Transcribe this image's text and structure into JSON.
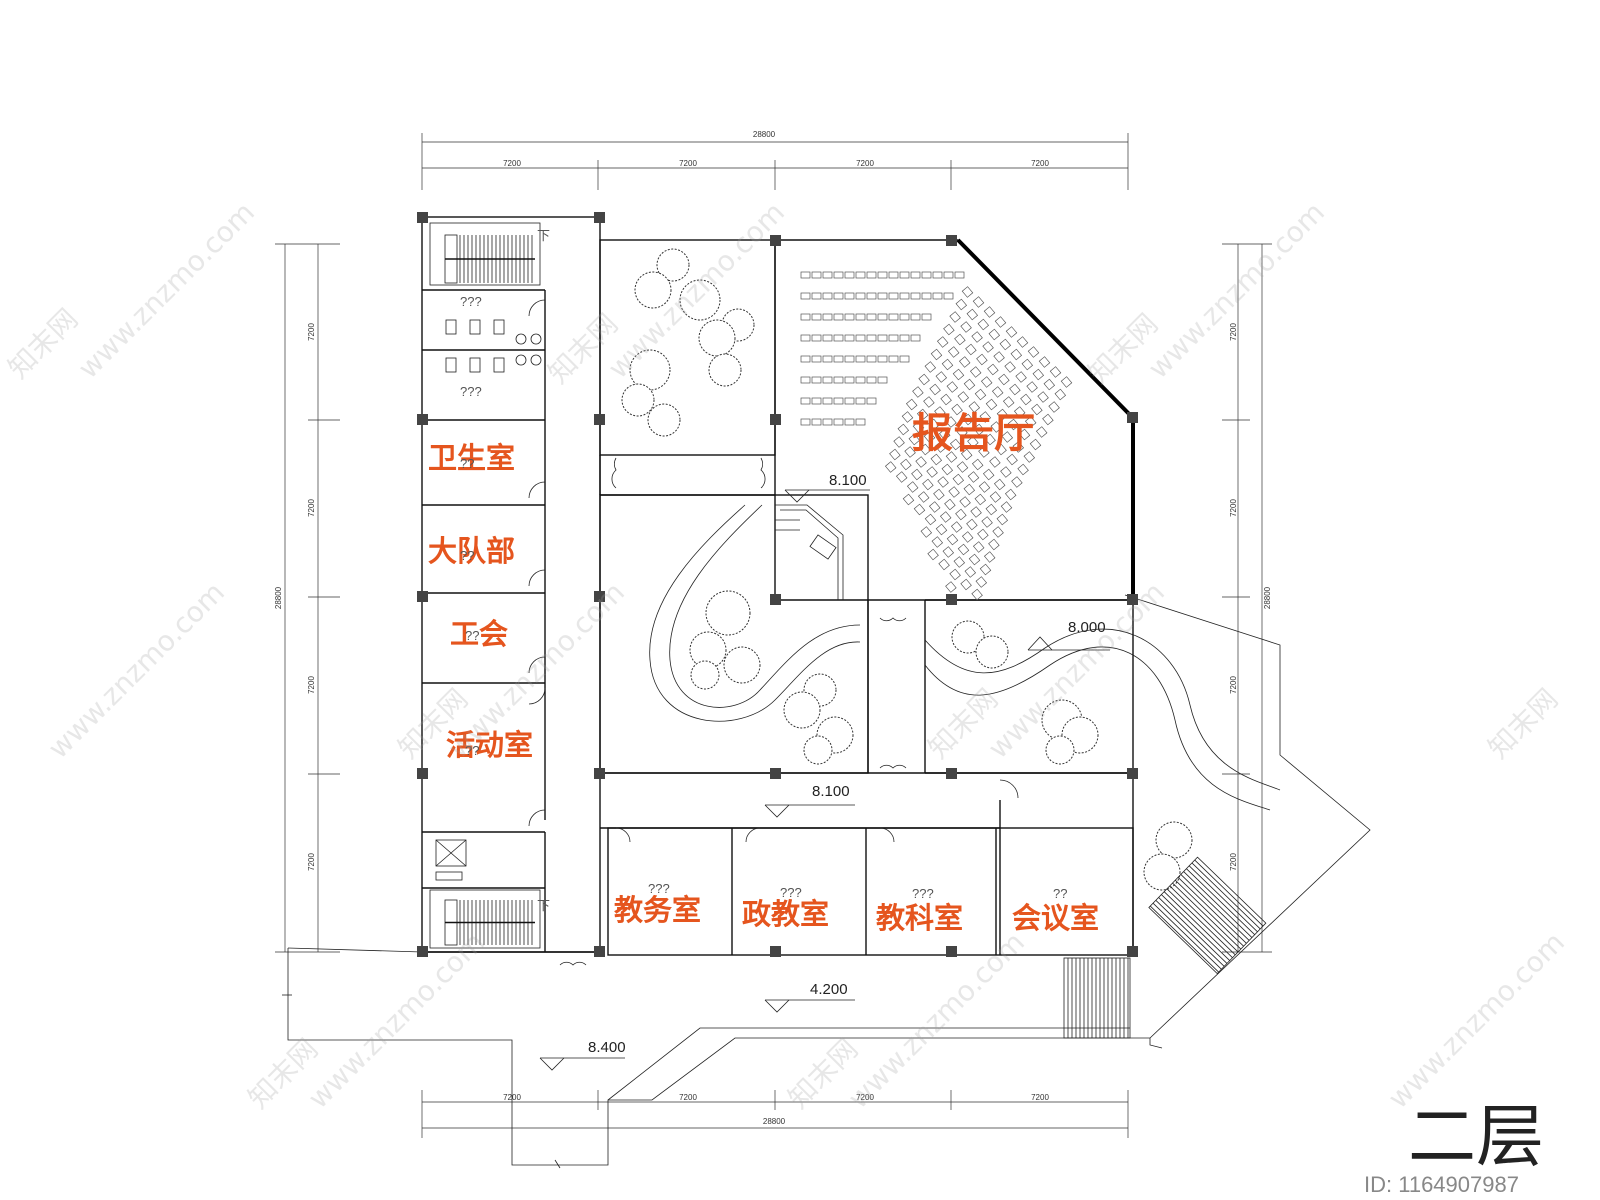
{
  "dimensions": {
    "overall": "28800",
    "bay": "7200"
  },
  "rooms": {
    "hall": "报告厅",
    "clinic": "卫生室",
    "brigade": "大队部",
    "union": "工会",
    "activity": "活动室",
    "academic": "教务室",
    "political": "政教室",
    "research": "教科室",
    "meeting": "会议室"
  },
  "placeholders": {
    "q2": "??",
    "q3": "???"
  },
  "elevations": {
    "hall_floor": "8.100",
    "court_right": "8.000",
    "corridor": "8.100",
    "front": "4.200",
    "bridge": "8.400"
  },
  "stair_label": "下",
  "watermark": {
    "logo_text": "知末网",
    "url": "www.znzmo.com"
  },
  "floor_label": "二层",
  "id_label": "ID: 1164907987",
  "colors": {
    "room_label": "#e5551e",
    "wall": "#111111"
  }
}
